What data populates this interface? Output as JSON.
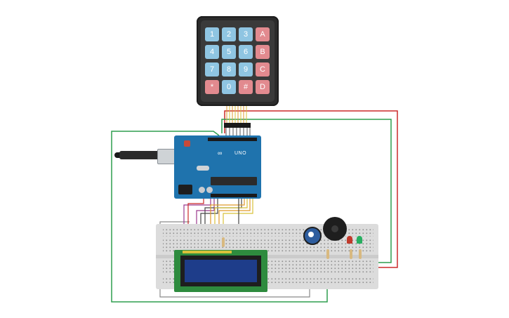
{
  "keypad": {
    "keys": [
      [
        "1",
        "2",
        "3",
        "A"
      ],
      [
        "4",
        "5",
        "6",
        "B"
      ],
      [
        "7",
        "8",
        "9",
        "C"
      ],
      [
        "*",
        "0",
        "#",
        "D"
      ]
    ]
  },
  "arduino": {
    "label": "UNO"
  },
  "colors": {
    "wire_red": "#cc2a2a",
    "wire_green": "#2e9e4e",
    "wire_dark": "#444444",
    "wire_purple": "#9b3a8e",
    "wire_orange": "#e09a2b",
    "wire_yellow": "#d8c23a",
    "wire_gray": "#8a8a8a",
    "board_blue": "#1f73ad",
    "lcd_green": "#2e8b3e",
    "lcd_screen": "#1e3d8a"
  }
}
